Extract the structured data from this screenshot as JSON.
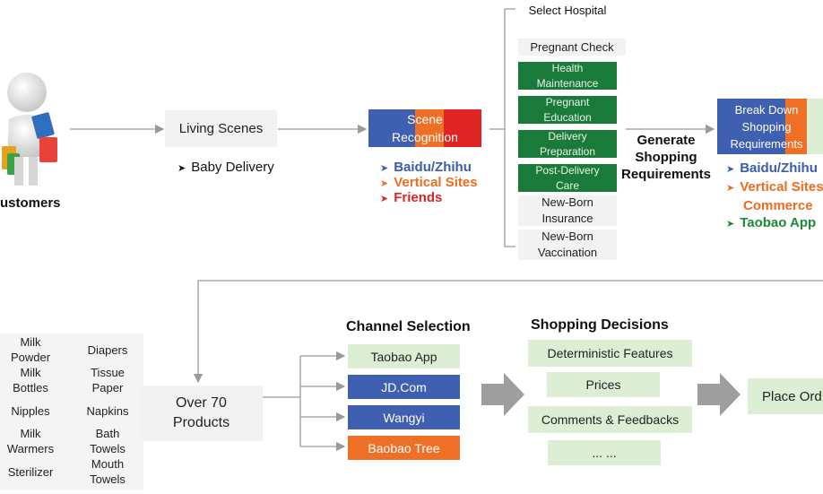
{
  "customers": {
    "label": "ustomers"
  },
  "living_scenes": {
    "label": "Living Scenes",
    "bullet": "Baby Delivery"
  },
  "scene_recognition": {
    "label": "Scene\nRecognition"
  },
  "sources": [
    "Baidu/Zhihu",
    "Vertical Sites",
    "Friends"
  ],
  "steps": [
    {
      "label": "Select Hospital",
      "style": "light"
    },
    {
      "label": "Pregnant Check",
      "style": "light"
    },
    {
      "label": "Health\nMaintenance",
      "style": "green"
    },
    {
      "label": "Pregnant\nEducation",
      "style": "green"
    },
    {
      "label": "Delivery\nPreparation",
      "style": "green"
    },
    {
      "label": "Post-Delivery\nCare",
      "style": "green"
    },
    {
      "label": "New-Born\nInsurance",
      "style": "light"
    },
    {
      "label": "New-Born\nVaccination",
      "style": "light"
    }
  ],
  "generate": {
    "label": "Generate\nShopping\nRequirements"
  },
  "break_down": {
    "label": "Break Down\nShopping\nRequirements"
  },
  "break_sources": [
    "Baidu/Zhihu",
    "Vertical Sites",
    "Commerce",
    "Taobao App"
  ],
  "products": [
    [
      "Milk\nPowder",
      "Diapers"
    ],
    [
      "Milk\nBottles",
      "Tissue\nPaper"
    ],
    [
      "Nipples",
      "Napkins"
    ],
    [
      "Milk\nWarmers",
      "Bath\nTowels"
    ],
    [
      "Sterilizer",
      "Mouth\nTowels"
    ]
  ],
  "over_70": {
    "label": "Over 70\nProducts"
  },
  "channel_selection": {
    "title": "Channel Selection",
    "items": [
      "Taobao App",
      "JD.Com",
      "Wangyi",
      "Baobao Tree"
    ]
  },
  "shopping_decisions": {
    "title": "Shopping Decisions",
    "items": [
      "Deterministic Features",
      "Prices",
      "Comments & Feedbacks",
      "... ..."
    ]
  },
  "place_order": {
    "label": "Place Ord"
  },
  "colors": {
    "blue": "#3f5fb0",
    "orange": "#ee7027",
    "red": "#e02424",
    "green": "#1a7a3a",
    "pale_green": "#dcefd4",
    "light": "#f2f2f2"
  }
}
